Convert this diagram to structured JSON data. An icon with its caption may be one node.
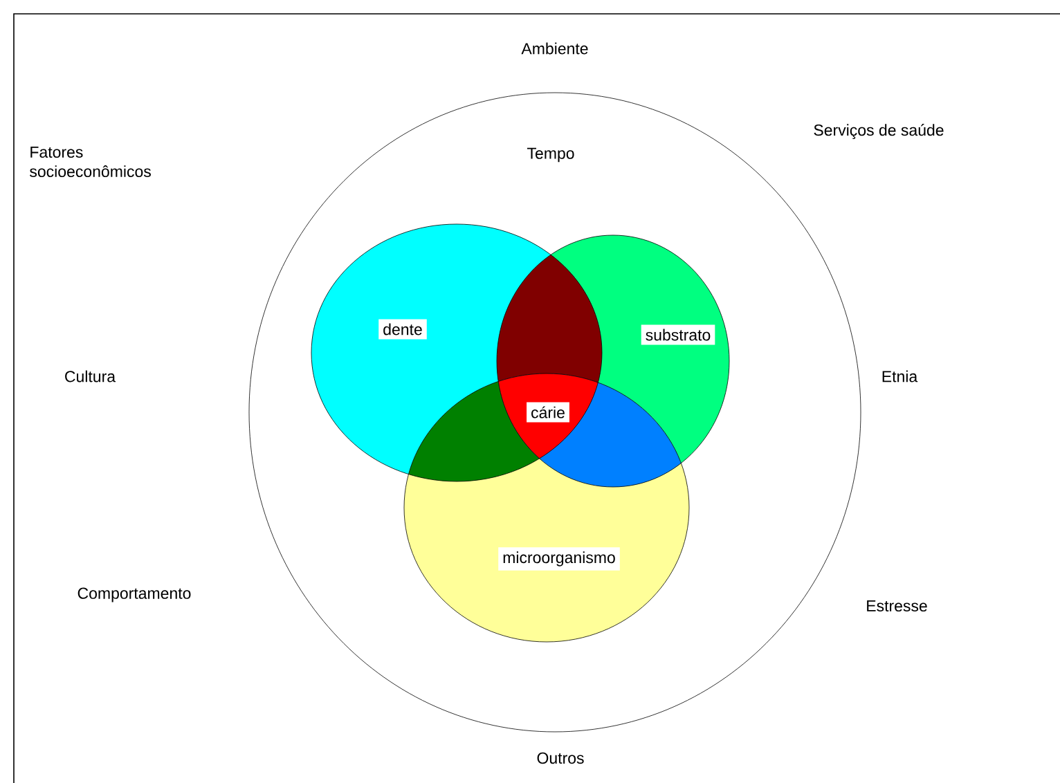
{
  "diagram": {
    "nodes": [
      {
        "text": [
          "Tempo"
        ]
      },
      {
        "text": [
          "dente"
        ],
        "in": 0
      },
      {
        "text": [
          "substrato"
        ],
        "in": 0
      },
      {
        "text": [
          "microorganismo"
        ],
        "in": 0
      },
      {
        "text": [
          "cárie"
        ]
      }
    ],
    "labels": [
      "Ambiente",
      "Fatores socioeconômicos",
      "Serviços de saúde",
      "Cultura",
      "Etnia",
      "Comportamento",
      "Estresse",
      "Outros"
    ]
  }
}
